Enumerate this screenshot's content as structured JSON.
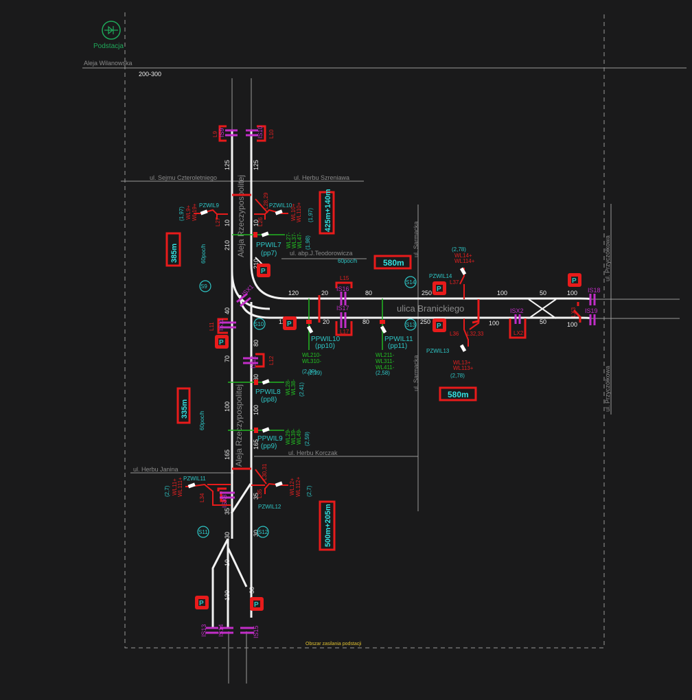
{
  "substation": {
    "label": "Podstacja",
    "icon": "substation-icon"
  },
  "streets": {
    "aleja_wilanowska": "Aleja Wilanowska",
    "range_label": "200-300",
    "sejmu": "ul. Sejmu Czteroletniego",
    "szreniawa": "ul. Herbu Szreniawa",
    "rzeczypospolitej": "Aleja Rzeczypospolitej",
    "teodorowicza": "ul. abp.J.Teodorowicza",
    "sarmacka": "ul. Sarmacka",
    "branickiego": "ulica Branickiego",
    "korczak": "ul. Herbu Korczak",
    "janina": "ul. Herbu Janina",
    "przyczolkowa": "ul. Przyczółkowa",
    "area_label": "Obszar zasilania podstacji"
  },
  "lengths": {
    "l1": "425m+140m",
    "l2": "385m",
    "l3": "580m",
    "l4": "580m",
    "l5": "335m",
    "l6": "500m+205m"
  },
  "frequency": {
    "f1": "60poc/h",
    "f2": "60poc/h",
    "f3": "60poc/h"
  },
  "sections": [
    "S9",
    "S10",
    "S11",
    "S12",
    "S13",
    "S14"
  ],
  "distances": {
    "d125a": "125",
    "d125b": "125",
    "d10a": "10",
    "d10b": "10",
    "d210a": "210",
    "d210b": "210",
    "d40": "40",
    "d70": "70",
    "d80": "80",
    "d30": "30",
    "d100a": "100",
    "d100b": "100",
    "d165a": "165",
    "d165b": "165",
    "d35a": "35",
    "d35b": "35",
    "d30c": "30",
    "d30d": "30",
    "d10c": "10",
    "d130": "130",
    "d30e": "30",
    "h120a": "120",
    "h120b": "120",
    "h20a": "20",
    "h20b": "20",
    "h80a": "80",
    "h80b": "80",
    "h250a": "250",
    "h250b": "250",
    "h100a": "100",
    "h100b": "100",
    "h50a": "50",
    "h50b": "50",
    "h100c": "100",
    "h100d": "100"
  },
  "disconnectors": {
    "is9": "IS9",
    "is10": "IS10",
    "is11": "IS11",
    "is12": "IS12",
    "is13": "IS13",
    "is14": "IS14",
    "is15": "IS15",
    "is16": "IS16",
    "is17": "IS17",
    "is18": "IS18",
    "is19": "IS19",
    "isx1": "ISX1",
    "isx2": "ISX2",
    "isx3": "ISX3"
  },
  "switch_labels": {
    "l9": "L9",
    "l10": "L10",
    "l11": "L11",
    "l12": "L12",
    "l15": "L15",
    "l17": "L17",
    "l27": "L27",
    "l28_29": "L28,29",
    "l26": "L26",
    "l37": "L37",
    "l36": "L36",
    "l32_33": "L32,33",
    "lx2": "LX2",
    "lx3": "LX3",
    "l30_31": "L30,31",
    "l34": "L34",
    "l35": "L35"
  },
  "feeders": {
    "pzwil9": {
      "name": "PZWIL9",
      "lines": [
        "WL9+",
        "WL19+"
      ],
      "value": "(1,97)"
    },
    "pzwil10": {
      "name": "PZWIL10",
      "lines": [
        "WL10+",
        "WL110+"
      ],
      "value": "(1,97)"
    },
    "ppwil7": {
      "name": "PPWIL7",
      "sub": "(pp7)",
      "lines": [
        "WL27-",
        "WL37-",
        "WL47-"
      ],
      "value": "(1,98)"
    },
    "ppwil8": {
      "name": "PPWIL8",
      "sub": "(pp8)",
      "lines": [
        "WL28-",
        "WL38-"
      ],
      "value": "(2,41)"
    },
    "ppwil9": {
      "name": "PPWIL9",
      "sub": "(pp9)",
      "lines": [
        "WL29-",
        "WL39-",
        "WL49-"
      ],
      "value": "(2,59)"
    },
    "ppwil10": {
      "name": "PPWIL10",
      "sub": "(pp10)",
      "lines": [
        "WL210-",
        "WL310-"
      ],
      "value": "(2,39)"
    },
    "ppwil11": {
      "name": "PPWIL11",
      "sub": "(pp11)",
      "lines": [
        "WL211-",
        "WL311-",
        "WL411-"
      ],
      "value": "(2,58)"
    },
    "pzwil11": {
      "name": "PZWIL11",
      "lines": [
        "WL11+",
        "WL111+"
      ],
      "value": "(2,7)"
    },
    "pzwil12": {
      "name": "PZWIL12",
      "lines": [
        "WL12+",
        "WL112+"
      ],
      "value": "(2,7)"
    },
    "pzwil13": {
      "name": "PZWIL13",
      "lines": [
        "WL13+",
        "WL113+"
      ],
      "value": "(2,78)"
    },
    "pzwil14": {
      "name": "PZWIL14",
      "lines": [
        "WL14+",
        "WL114+"
      ],
      "value": "(2,78)"
    }
  },
  "parking_label": "P",
  "colors": {
    "background": "#1a1a1b",
    "track": "#f2f2f2",
    "switch": "#e81b1b",
    "disconnector": "#c22ec8",
    "label": "#2ec7c7",
    "feeder": "#22c022",
    "area": "#e0c030"
  }
}
